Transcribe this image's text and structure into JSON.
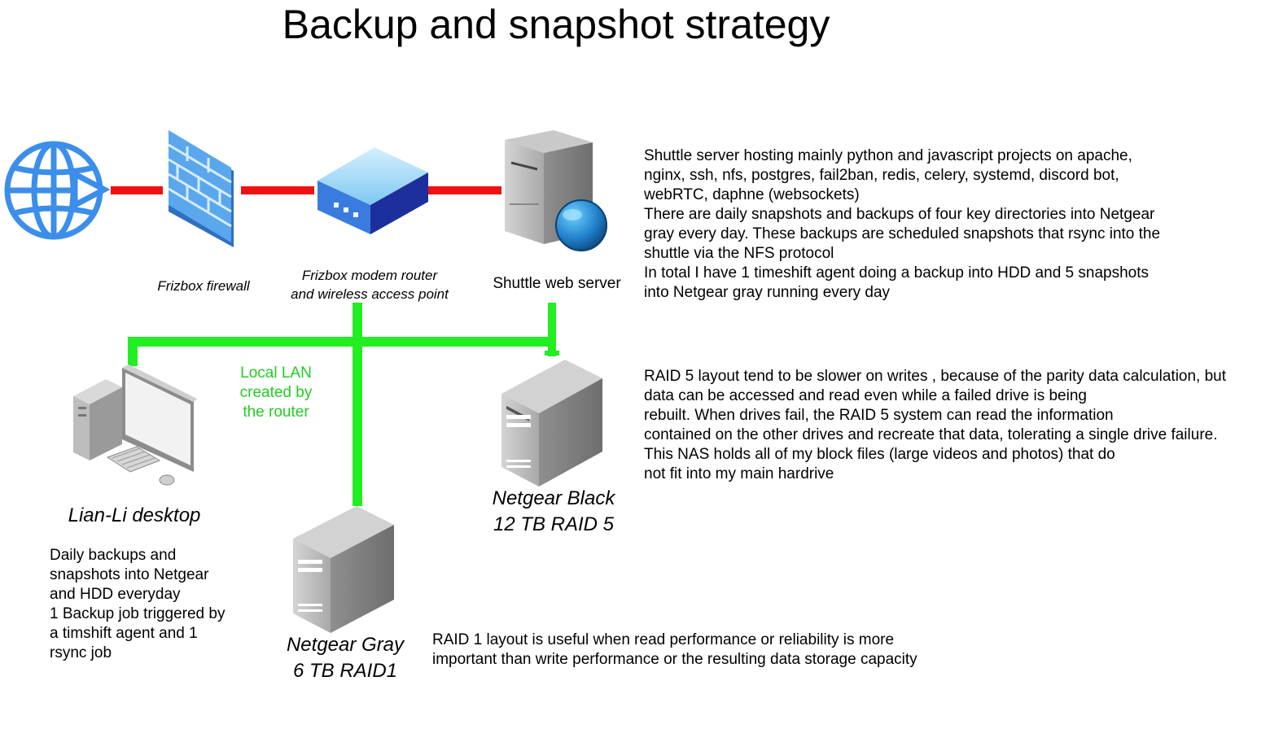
{
  "title": "Backup and snapshot strategy",
  "labels": {
    "firewall": "Frizbox firewall",
    "router_line1": "Frizbox modem router",
    "router_line2": "and wireless access point",
    "server": "Shuttle web server",
    "lan": "Local LAN\ncreated by\nthe router",
    "desktop": "Lian-Li desktop",
    "nas_black_line1": "Netgear Black",
    "nas_black_line2": "12 TB RAID 5",
    "nas_gray_line1": "Netgear Gray",
    "nas_gray_line2": "6 TB RAID1"
  },
  "notes": {
    "server": "Shuttle server hosting mainly python and javascript projects on apache,\nnginx, ssh, nfs, postgres, fail2ban, redis, celery, systemd, discord bot,\nwebRTC, daphne (websockets)\nThere are daily snapshots and backups of four key directories into Netgear\ngray every day. These backups are scheduled snapshots that rsync into the\nshuttle via the NFS protocol\nIn total I have 1 timeshift agent doing a backup into HDD and 5 snapshots\ninto Netgear gray running every day",
    "raid5": "RAID 5 layout tend to be slower on writes , because of the parity data calculation, but\ndata can be accessed and read even while a failed drive is being\nrebuilt. When drives fail, the RAID 5 system can read the information\ncontained on the other drives and recreate that data, tolerating a single drive failure.\nThis NAS holds all of my block files (large videos and photos) that do\nnot fit into my main hardrive",
    "desktop": "Daily backups and\nsnapshots into Netgear\nand HDD everyday\n1 Backup job triggered by\na timshift agent and 1\nrsync job",
    "raid1": "RAID 1 layout is useful when read performance or reliability is more\nimportant than write performance or the resulting data storage capacity"
  },
  "colors": {
    "wan_link": "#ee1111",
    "lan_link": "#22ee22",
    "globe": "#3b8eea",
    "firewall": "#5aa7ee",
    "router": "#3a5bd6"
  },
  "icons": [
    "globe-icon",
    "firewall-icon",
    "router-icon",
    "server-icon",
    "desktop-icon",
    "nas-icon"
  ]
}
